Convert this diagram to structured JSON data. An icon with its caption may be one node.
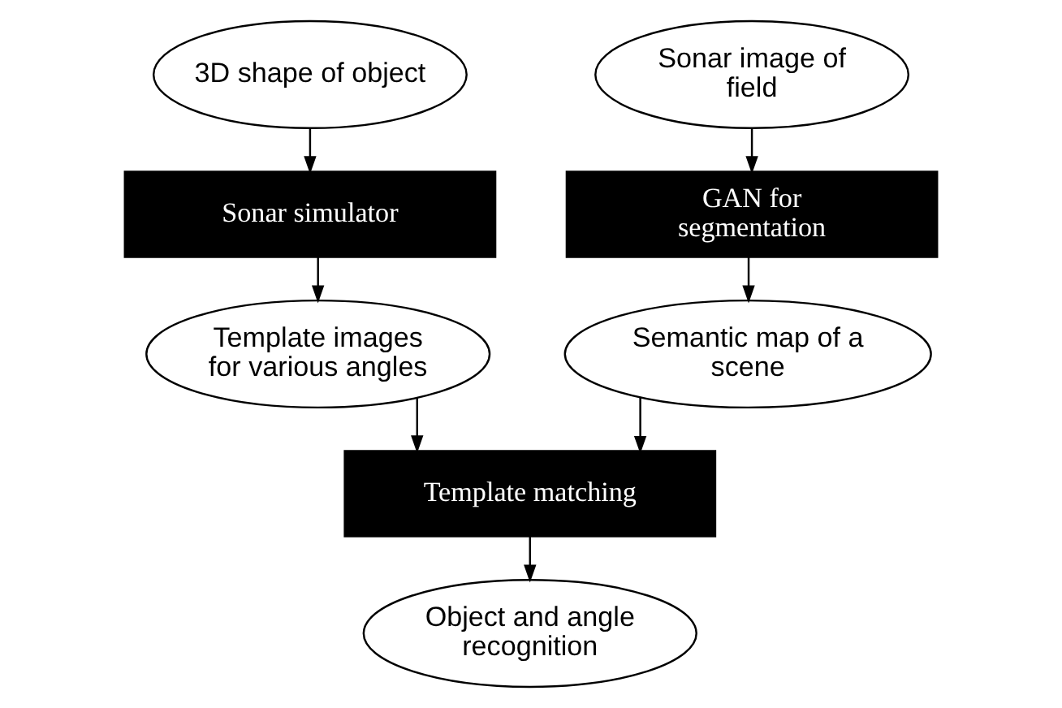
{
  "diagram": {
    "nodes": [
      {
        "text": [
          "3D shape of object"
        ]
      },
      {
        "text": [
          "Sonar image of field"
        ]
      },
      {
        "text": [
          "Sonar simulator"
        ]
      },
      {
        "text": [
          "GAN for segmentation"
        ]
      },
      {
        "text": [
          "Template images for various angles"
        ]
      },
      {
        "text": [
          "Semantic map of a scene"
        ]
      },
      {
        "text": [
          "Template matching"
        ]
      },
      {
        "text": [
          "Object and angle recognition"
        ]
      }
    ],
    "edges": [
      {
        "from": 0,
        "to": 2,
        "arrow": "to"
      },
      {
        "from": 1,
        "to": 3,
        "arrow": "to"
      },
      {
        "from": 2,
        "to": 4,
        "arrow": "to"
      },
      {
        "from": 3,
        "to": 5,
        "arrow": "to"
      },
      {
        "from": 4,
        "to": 6,
        "arrow": "to"
      },
      {
        "from": 5,
        "to": 6,
        "arrow": "to"
      },
      {
        "from": 6,
        "to": 7,
        "arrow": "to"
      }
    ]
  }
}
